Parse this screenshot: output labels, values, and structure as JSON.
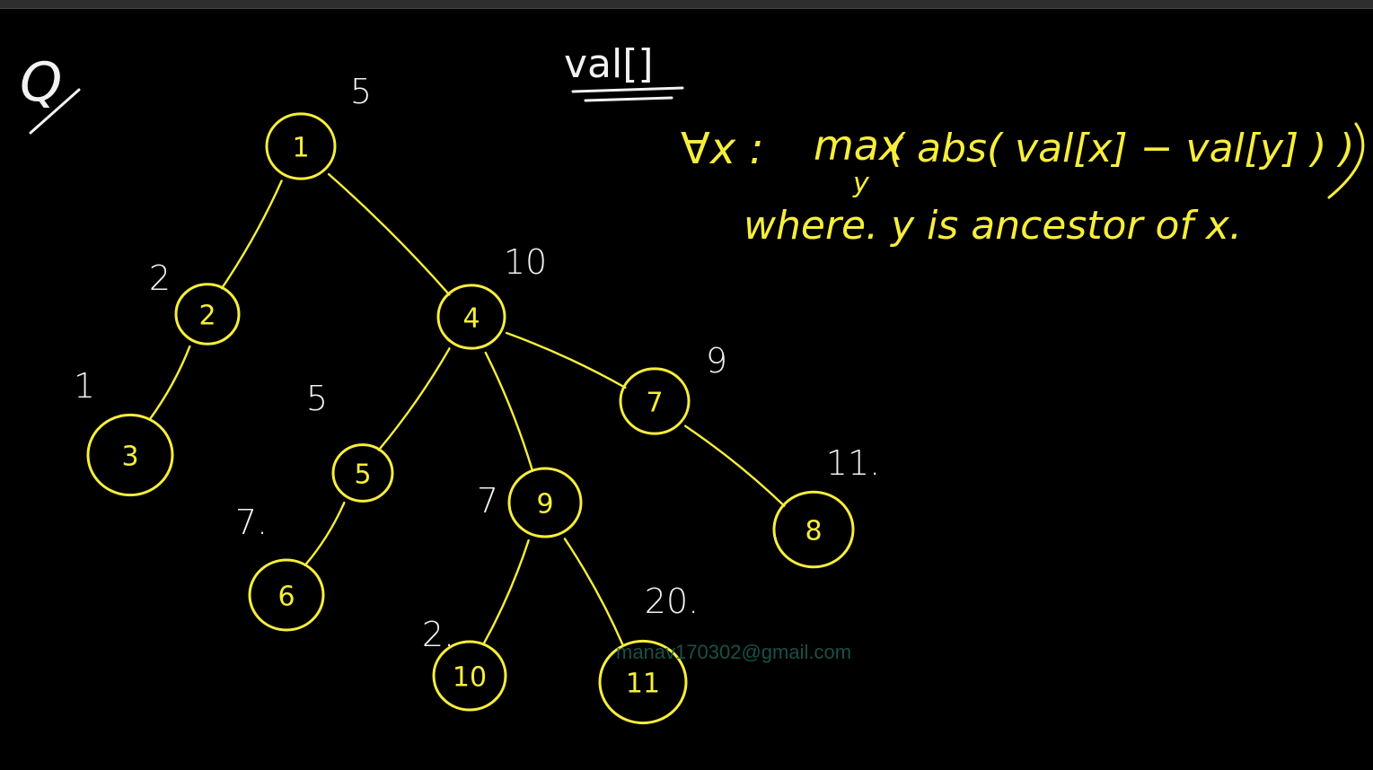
{
  "question_marker": "Q",
  "array_label": "val[]",
  "formula": {
    "line1_prefix": "∀x :",
    "max_word": "max",
    "max_subscript": "y",
    "expression": "( abs( val[x] − val[y] ) )",
    "line2": "where. y is ancestor of x."
  },
  "tree": {
    "nodes": [
      {
        "id": "1",
        "value": "5"
      },
      {
        "id": "2",
        "value": "2"
      },
      {
        "id": "3",
        "value": "1"
      },
      {
        "id": "4",
        "value": "10"
      },
      {
        "id": "5",
        "value": "5"
      },
      {
        "id": "6",
        "value": "7."
      },
      {
        "id": "7",
        "value": "9"
      },
      {
        "id": "8",
        "value": "11."
      },
      {
        "id": "9",
        "value": "7"
      },
      {
        "id": "10",
        "value": "2."
      },
      {
        "id": "11",
        "value": "20."
      }
    ],
    "edges": [
      [
        "1",
        "2"
      ],
      [
        "1",
        "4"
      ],
      [
        "2",
        "3"
      ],
      [
        "4",
        "5"
      ],
      [
        "4",
        "9"
      ],
      [
        "4",
        "7"
      ],
      [
        "5",
        "6"
      ],
      [
        "9",
        "10"
      ],
      [
        "9",
        "11"
      ],
      [
        "7",
        "8"
      ]
    ]
  },
  "watermark": "manav170302@gmail.com",
  "colors": {
    "background": "#000000",
    "ink_yellow": "#f6ee3c",
    "ink_white": "#f2f2f2",
    "watermark": "#1f5f52"
  }
}
